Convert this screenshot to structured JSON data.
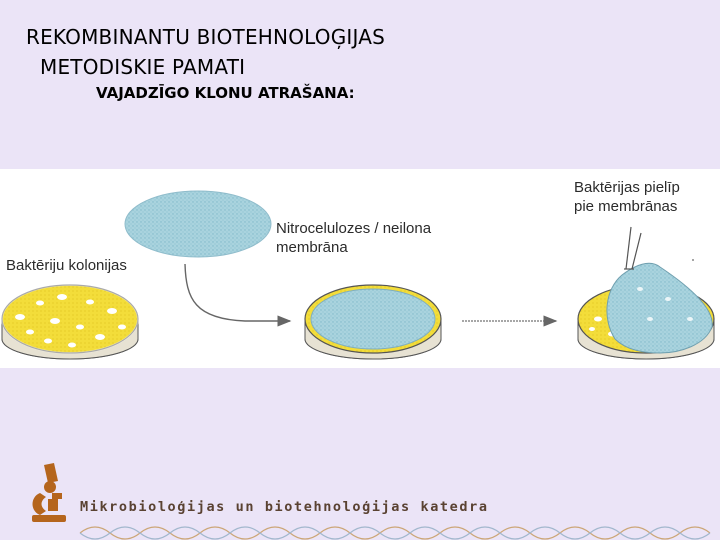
{
  "header": {
    "title_line1": "REKOMBINANTU BIOTEHNOLOĢIJAS",
    "title_line2": "METODISKIE PAMATI",
    "subtitle": "VAJADZĪGO KLONU ATRAŠANA:"
  },
  "figure": {
    "label_membrane_line1": "Nitrocelulozes / neilona",
    "label_membrane_line2": "membrāna",
    "label_colonies": "Baktēriju kolonijas",
    "label_transfer_line1": "Baktērijas pielīp",
    "label_transfer_line2": "pie membrānas"
  },
  "footer": {
    "department": "Mikrobioloģijas un biotehnoloģijas katedra",
    "logo": "microscope-icon"
  },
  "colors": {
    "background": "#ebe4f7",
    "agar": "#f3dd3a",
    "membrane": "#a9d3de",
    "footer_text": "#5a4232"
  }
}
